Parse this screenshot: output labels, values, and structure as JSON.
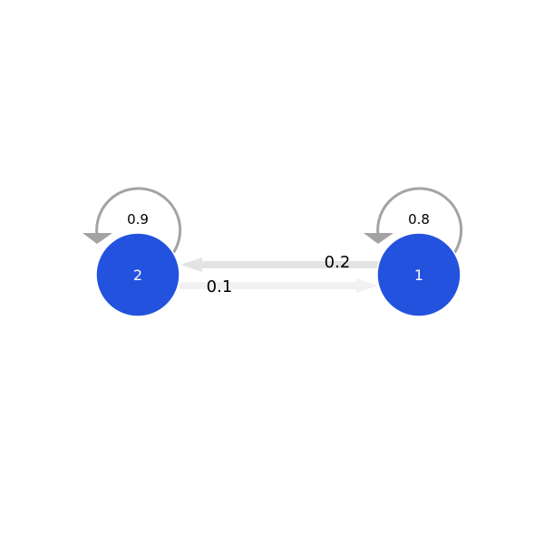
{
  "nodes": [
    {
      "id": "2",
      "label": "2",
      "self_loop_weight": "0.9"
    },
    {
      "id": "1",
      "label": "1",
      "self_loop_weight": "0.8"
    }
  ],
  "edges": [
    {
      "from": "1",
      "to": "2",
      "weight": "0.2"
    },
    {
      "from": "2",
      "to": "1",
      "weight": "0.1"
    }
  ],
  "colors": {
    "node_fill": "#2352de",
    "node_stroke": "#ffffff",
    "self_loop": "#a3a3a3",
    "edge_1_to_2": "#e3e3e3",
    "edge_2_to_1": "#f1f1f1"
  }
}
